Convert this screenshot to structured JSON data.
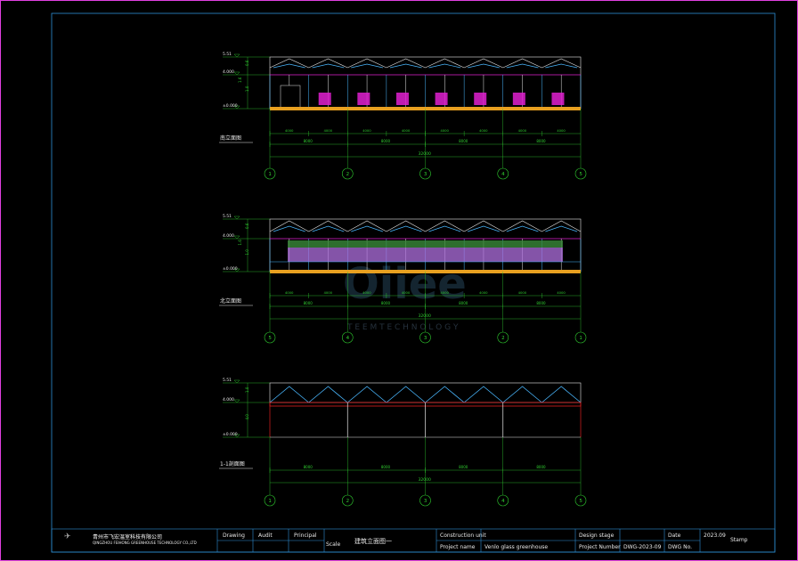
{
  "colors": {
    "frame": "#2e8fd6",
    "outer": "#e040e0",
    "dim": "#30d030",
    "roof_cyan": "#4ab8ff",
    "white": "#e8e8e8",
    "magenta": "#e020d0",
    "orange": "#e8a020",
    "red": "#e02020"
  },
  "drawing": {
    "views": [
      {
        "title": "南立面图",
        "elev_top": "5.51",
        "elev_mid": "4.000",
        "elev_base": "±0.000",
        "vert_dims": [
          "0.6",
          "1.0",
          "1.6"
        ],
        "bay_dims": [
          "4000",
          "4000",
          "4000",
          "4000",
          "4000",
          "4000",
          "4000",
          "4000"
        ],
        "span_dims": [
          "8000",
          "8000",
          "8000",
          "8000"
        ],
        "total": "32000",
        "axes": [
          "1",
          "2",
          "3",
          "4",
          "5"
        ]
      },
      {
        "title": "北立面图",
        "elev_top": "5.51",
        "elev_mid": "4.000",
        "elev_base": "±0.000",
        "vert_dims": [
          "0.6",
          "1.0",
          "1.6"
        ],
        "bay_dims": [
          "4000",
          "4000",
          "4000",
          "4000",
          "4000",
          "4000",
          "4000",
          "4000"
        ],
        "span_dims": [
          "8000",
          "8000",
          "8000",
          "8000"
        ],
        "total": "32000",
        "axes": [
          "5",
          "4",
          "3",
          "2",
          "1"
        ]
      },
      {
        "title": "1-1剖面图",
        "elev_top": "5.51",
        "elev_mid": "4.000",
        "elev_base": "±0.000",
        "vert_dims": [
          "1.0",
          "4.0"
        ],
        "span_dims": [
          "8000",
          "8000",
          "8000",
          "8000"
        ],
        "total": "32000",
        "axes": [
          "1",
          "2",
          "3",
          "4",
          "5"
        ]
      }
    ],
    "watermark_sub": "T E E M   T E C H N O L O G Y"
  },
  "title_block": {
    "company_cn": "青州市飞宏温室科技有限公司",
    "company_en": "QINGZHOU FEIHONG GREENHOUSE TECHNOLOGY CO.,LTD",
    "drawing_label": "Drawing",
    "audit_label": "Audit",
    "principal_label": "Principal",
    "scale_label": "Scale",
    "sheet_title": "建筑立面图一",
    "construction_unit": "Construction unit",
    "project_name_label": "Project name",
    "project_name": "Venlo glass greenhouse",
    "design_stage_label": "Design stage",
    "project_number_label": "Project Number",
    "project_number": "DWG-2023-09",
    "date_label": "Date",
    "date_value": "2023.09",
    "dwg_no_label": "DWG No.",
    "stamp_label": "Stamp"
  }
}
